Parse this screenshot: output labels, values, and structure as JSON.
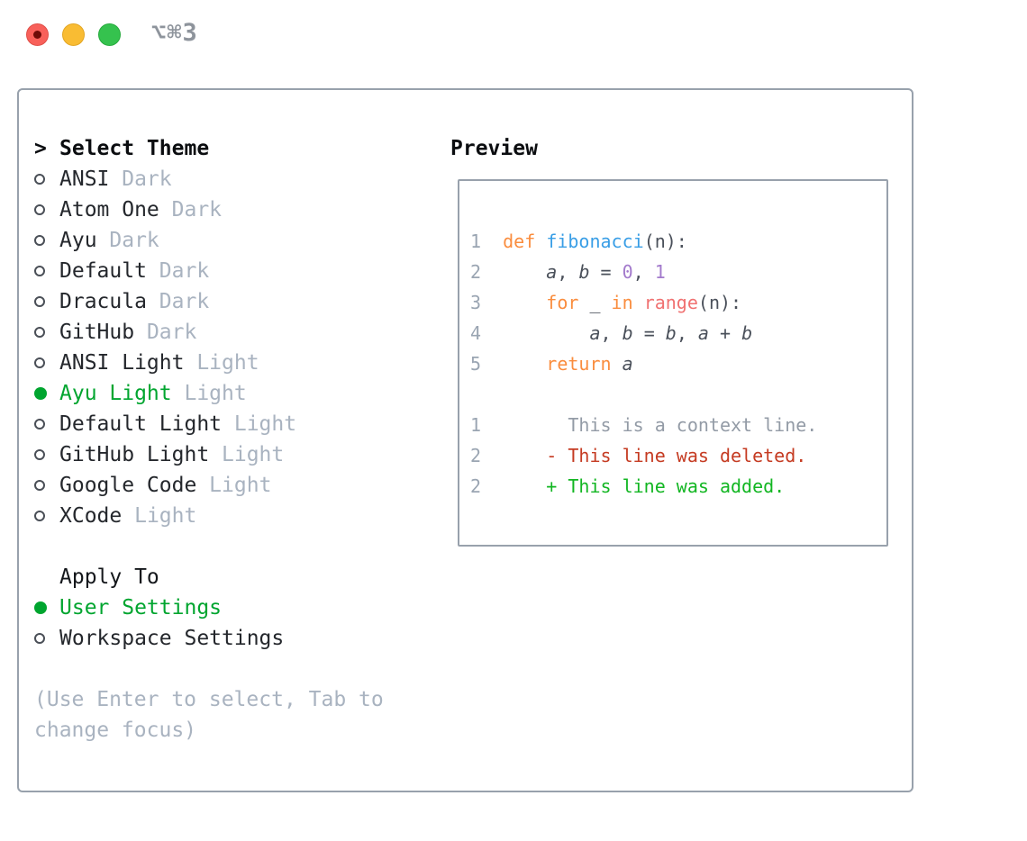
{
  "window": {
    "title_shortcut": "⌥⌘3"
  },
  "theme_selector": {
    "header_prefix": ">",
    "header": "Select Theme",
    "items": [
      {
        "name": "ANSI",
        "variant": "Dark",
        "selected": false
      },
      {
        "name": "Atom One",
        "variant": "Dark",
        "selected": false
      },
      {
        "name": "Ayu",
        "variant": "Dark",
        "selected": false
      },
      {
        "name": "Default",
        "variant": "Dark",
        "selected": false
      },
      {
        "name": "Dracula",
        "variant": "Dark",
        "selected": false
      },
      {
        "name": "GitHub",
        "variant": "Dark",
        "selected": false
      },
      {
        "name": "ANSI Light",
        "variant": "Light",
        "selected": false
      },
      {
        "name": "Ayu Light",
        "variant": "Light",
        "selected": true
      },
      {
        "name": "Default Light",
        "variant": "Light",
        "selected": false
      },
      {
        "name": "GitHub Light",
        "variant": "Light",
        "selected": false
      },
      {
        "name": "Google Code",
        "variant": "Light",
        "selected": false
      },
      {
        "name": "XCode",
        "variant": "Light",
        "selected": false
      }
    ]
  },
  "apply_to": {
    "header": "Apply To",
    "options": [
      {
        "label": "User Settings",
        "selected": true
      },
      {
        "label": "Workspace Settings",
        "selected": false
      }
    ]
  },
  "hint": {
    "lines": [
      "(Use Enter to select, Tab to",
      "change focus)"
    ]
  },
  "preview": {
    "header": "Preview",
    "lines": [
      {
        "segs": [
          {
            "s": "g",
            "t": "1"
          },
          {
            "s": "p",
            "t": "  "
          },
          {
            "s": "kw",
            "t": "def"
          },
          {
            "s": "p",
            "t": " "
          },
          {
            "s": "fn",
            "t": "fibonacci"
          },
          {
            "s": "p",
            "t": "(n):"
          }
        ]
      },
      {
        "segs": [
          {
            "s": "g",
            "t": "2"
          },
          {
            "s": "p",
            "t": "      "
          },
          {
            "s": "var",
            "t": "a"
          },
          {
            "s": "p",
            "t": ", "
          },
          {
            "s": "var",
            "t": "b"
          },
          {
            "s": "p",
            "t": " = "
          },
          {
            "s": "num",
            "t": "0"
          },
          {
            "s": "p",
            "t": ", "
          },
          {
            "s": "num",
            "t": "1"
          }
        ]
      },
      {
        "segs": [
          {
            "s": "g",
            "t": "3"
          },
          {
            "s": "p",
            "t": "      "
          },
          {
            "s": "kw",
            "t": "for"
          },
          {
            "s": "p",
            "t": " _ "
          },
          {
            "s": "kw",
            "t": "in"
          },
          {
            "s": "p",
            "t": " "
          },
          {
            "s": "rd",
            "t": "range"
          },
          {
            "s": "p",
            "t": "(n):"
          }
        ]
      },
      {
        "segs": [
          {
            "s": "g",
            "t": "4"
          },
          {
            "s": "p",
            "t": "          "
          },
          {
            "s": "var",
            "t": "a"
          },
          {
            "s": "p",
            "t": ", "
          },
          {
            "s": "var",
            "t": "b"
          },
          {
            "s": "p",
            "t": " = "
          },
          {
            "s": "var",
            "t": "b"
          },
          {
            "s": "p",
            "t": ", "
          },
          {
            "s": "var",
            "t": "a"
          },
          {
            "s": "p",
            "t": " + "
          },
          {
            "s": "var",
            "t": "b"
          }
        ]
      },
      {
        "segs": [
          {
            "s": "g",
            "t": "5"
          },
          {
            "s": "p",
            "t": "      "
          },
          {
            "s": "kw",
            "t": "return"
          },
          {
            "s": "p",
            "t": " "
          },
          {
            "s": "var",
            "t": "a"
          }
        ]
      },
      {
        "segs": []
      },
      {
        "segs": [
          {
            "s": "g",
            "t": "1"
          },
          {
            "s": "p",
            "t": "        "
          },
          {
            "s": "ctx",
            "t": "This is a context line."
          }
        ]
      },
      {
        "segs": [
          {
            "s": "g",
            "t": "2"
          },
          {
            "s": "p",
            "t": "      "
          },
          {
            "s": "del",
            "t": "- This line was deleted."
          }
        ]
      },
      {
        "segs": [
          {
            "s": "g",
            "t": "2"
          },
          {
            "s": "p",
            "t": "      "
          },
          {
            "s": "add",
            "t": "+ This line was added."
          }
        ]
      }
    ]
  },
  "colors": {
    "accent_green": "#00a52f",
    "traffic_red": "#f8605a",
    "traffic_red_dot": "#6d0b07",
    "traffic_yellow": "#f9bc33",
    "traffic_green": "#35c24e",
    "border_gray": "#98a1ac",
    "title_gray": "#8e949c",
    "list_fg": "#24272c",
    "muted": "#a9b3c0",
    "gutter": "#9aa5b2",
    "code_fg": "#4a505a",
    "syn_keyword": "#fa8d3e",
    "syn_function": "#399ee6",
    "syn_call": "#f07171",
    "syn_number": "#a37acc",
    "diff_context": "#939ba6",
    "diff_deleted": "#c53b22",
    "diff_added": "#12b622"
  }
}
